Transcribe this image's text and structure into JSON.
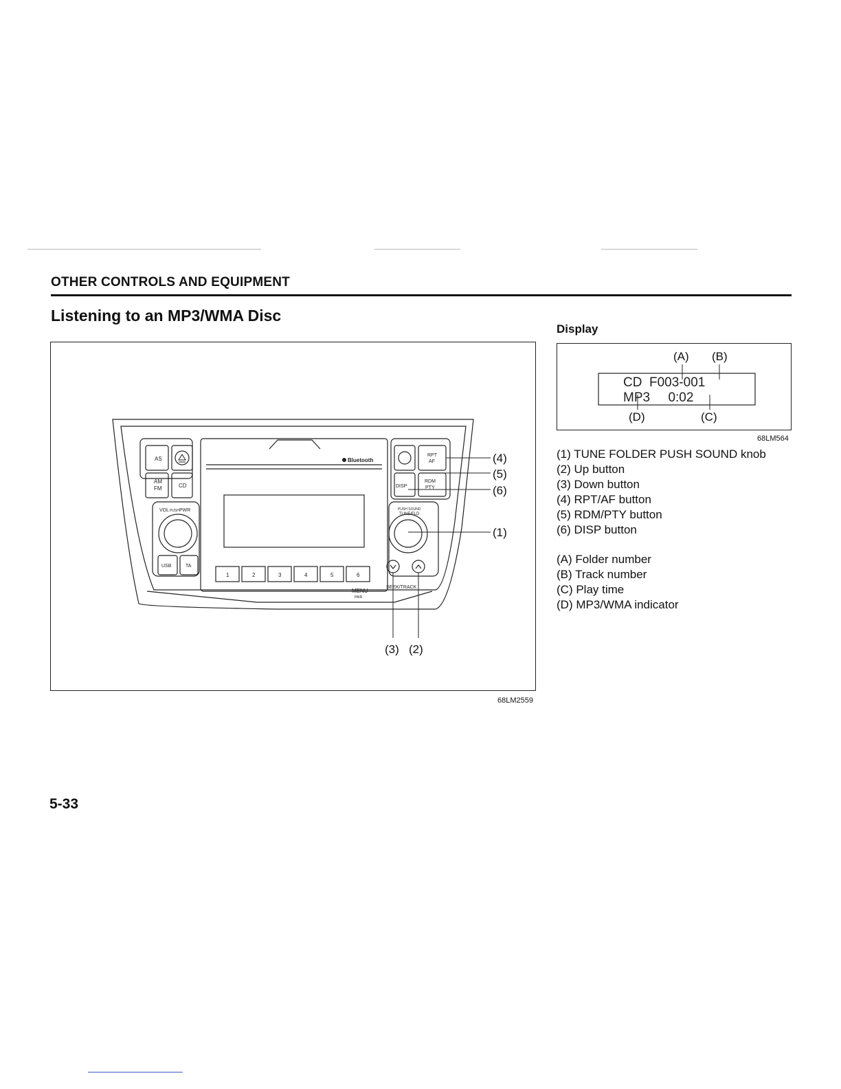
{
  "section_header": "OTHER CONTROLS AND EQUIPMENT",
  "page_title": "Listening to an MP3/WMA Disc",
  "display_heading": "Display",
  "figure_main": {
    "code": "68LM2559",
    "callouts": [
      "(1)",
      "(2)",
      "(3)",
      "(4)",
      "(5)",
      "(6)"
    ],
    "buttons": {
      "as": "AS",
      "am": "AM",
      "fm": "FM",
      "cd": "CD",
      "vol": "VOL",
      "push": "PUSH",
      "pwr": "PWR",
      "usb": "USB",
      "ta": "TA",
      "bluetooth": "Bluetooth",
      "rpt": "RPT",
      "af": "AF",
      "rdm": "RDM",
      "pty": "PTY",
      "disp": "DISP",
      "push_sound": "PUSH SOUND",
      "tune_fld": "TUNE/FLD",
      "presets": [
        "1",
        "2",
        "3",
        "4",
        "5",
        "6"
      ],
      "menu": "MENU",
      "pair": "PAIR",
      "seek_track": "SEEK/TRACK"
    }
  },
  "figure_display": {
    "code": "68LM564",
    "line1": "CD  F003-001",
    "line2": "MP3     0:02",
    "labels": [
      "(A)",
      "(B)",
      "(C)",
      "(D)"
    ]
  },
  "legend_numbered": [
    "(1) TUNE FOLDER PUSH SOUND knob",
    "(2) Up button",
    "(3) Down button",
    "(4) RPT/AF button",
    "(5) RDM/PTY button",
    "(6) DISP button"
  ],
  "legend_lettered": [
    "(A) Folder number",
    "(B) Track number",
    "(C) Play time",
    "(D) MP3/WMA indicator"
  ],
  "page_number": "5-33"
}
